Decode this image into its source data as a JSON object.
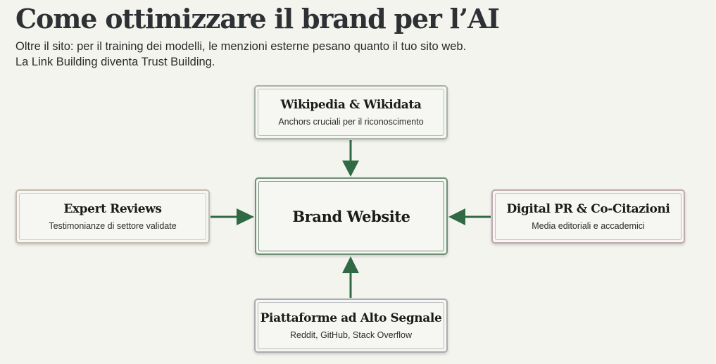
{
  "header": {
    "title": "Come ottimizzare il brand per l’AI",
    "subtitle": "Oltre il sito: per il training dei modelli, le menzioni esterne pesano quanto il tuo sito web. La Link Building diventa Trust Building."
  },
  "diagram": {
    "center": {
      "title": "Brand Website"
    },
    "top": {
      "title": "Wikipedia & Wikidata",
      "subtitle": "Anchors cruciali per il riconoscimento"
    },
    "left": {
      "title": "Expert Reviews",
      "subtitle": "Testimonianze di settore validate"
    },
    "right": {
      "title": "Digital PR & Co-Citazioni",
      "subtitle": "Media editoriali e accademici"
    },
    "bottom": {
      "title": "Piattaforme ad Alto Segnale",
      "subtitle": "Reddit, GitHub, Stack Overflow"
    },
    "colors": {
      "arrow": "#2f6a45",
      "background": "#f4f4ef",
      "center_border": "#6e8f76"
    },
    "arrows": [
      {
        "from": "top",
        "to": "center"
      },
      {
        "from": "left",
        "to": "center"
      },
      {
        "from": "right",
        "to": "center"
      },
      {
        "from": "bottom",
        "to": "center"
      }
    ]
  }
}
